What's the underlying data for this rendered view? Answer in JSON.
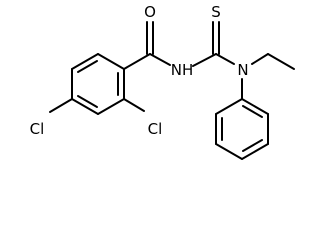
{
  "molecule": {
    "atom_labels": {
      "oxygen": "O",
      "sulfur": "S",
      "amide_nitrogen": "NH",
      "amine_nitrogen": "N",
      "chlorine_para": "Cl",
      "chlorine_ortho": "Cl"
    }
  }
}
